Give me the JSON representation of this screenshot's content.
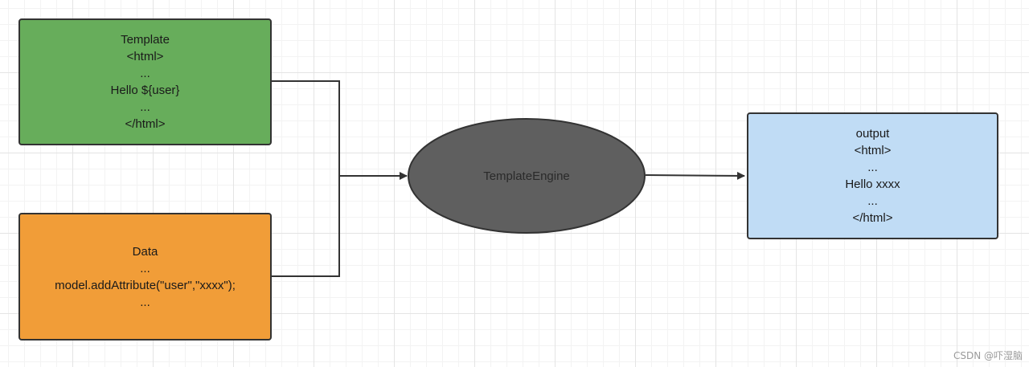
{
  "template_box": {
    "lines": [
      "Template",
      "<html>",
      "...",
      "Hello ${user}",
      "...",
      "</html>"
    ],
    "color": "#67ad5b"
  },
  "data_box": {
    "lines": [
      "Data",
      "...",
      "model.addAttribute(\"user\",\"xxxx\");",
      "..."
    ],
    "color": "#f19d38"
  },
  "engine_node": {
    "label": "TemplateEngine",
    "color": "#5f5f5f"
  },
  "output_box": {
    "lines": [
      "output",
      "<html>",
      "...",
      "Hello xxxx",
      "...",
      "</html>"
    ],
    "color": "#c0dcf5"
  },
  "watermark": "CSDN @吓湿脑"
}
